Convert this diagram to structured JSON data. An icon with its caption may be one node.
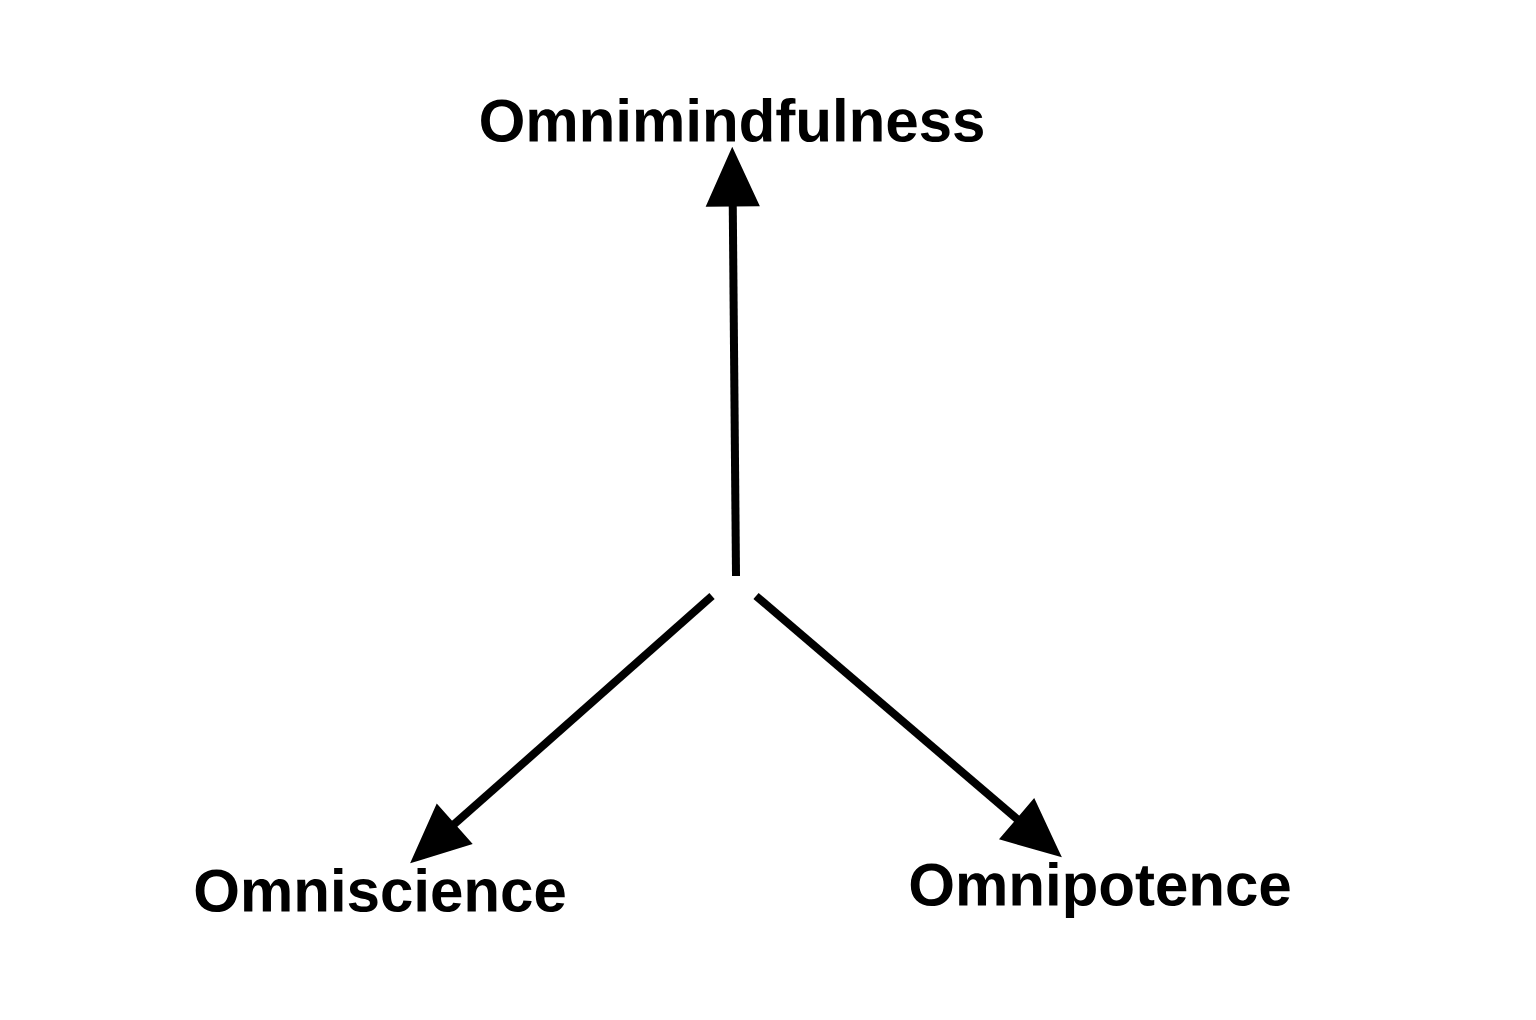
{
  "diagram": {
    "nodes": [
      {
        "text": [
          "Omnimindfulness"
        ]
      },
      {
        "text": [
          "Omniscience"
        ]
      },
      {
        "text": [
          "Omnipotence"
        ]
      }
    ],
    "edges": [
      {
        "from": null,
        "to": 0,
        "arrow": "to"
      },
      {
        "from": null,
        "to": 1,
        "arrow": "to"
      },
      {
        "from": null,
        "to": 2,
        "arrow": "to"
      }
    ]
  }
}
